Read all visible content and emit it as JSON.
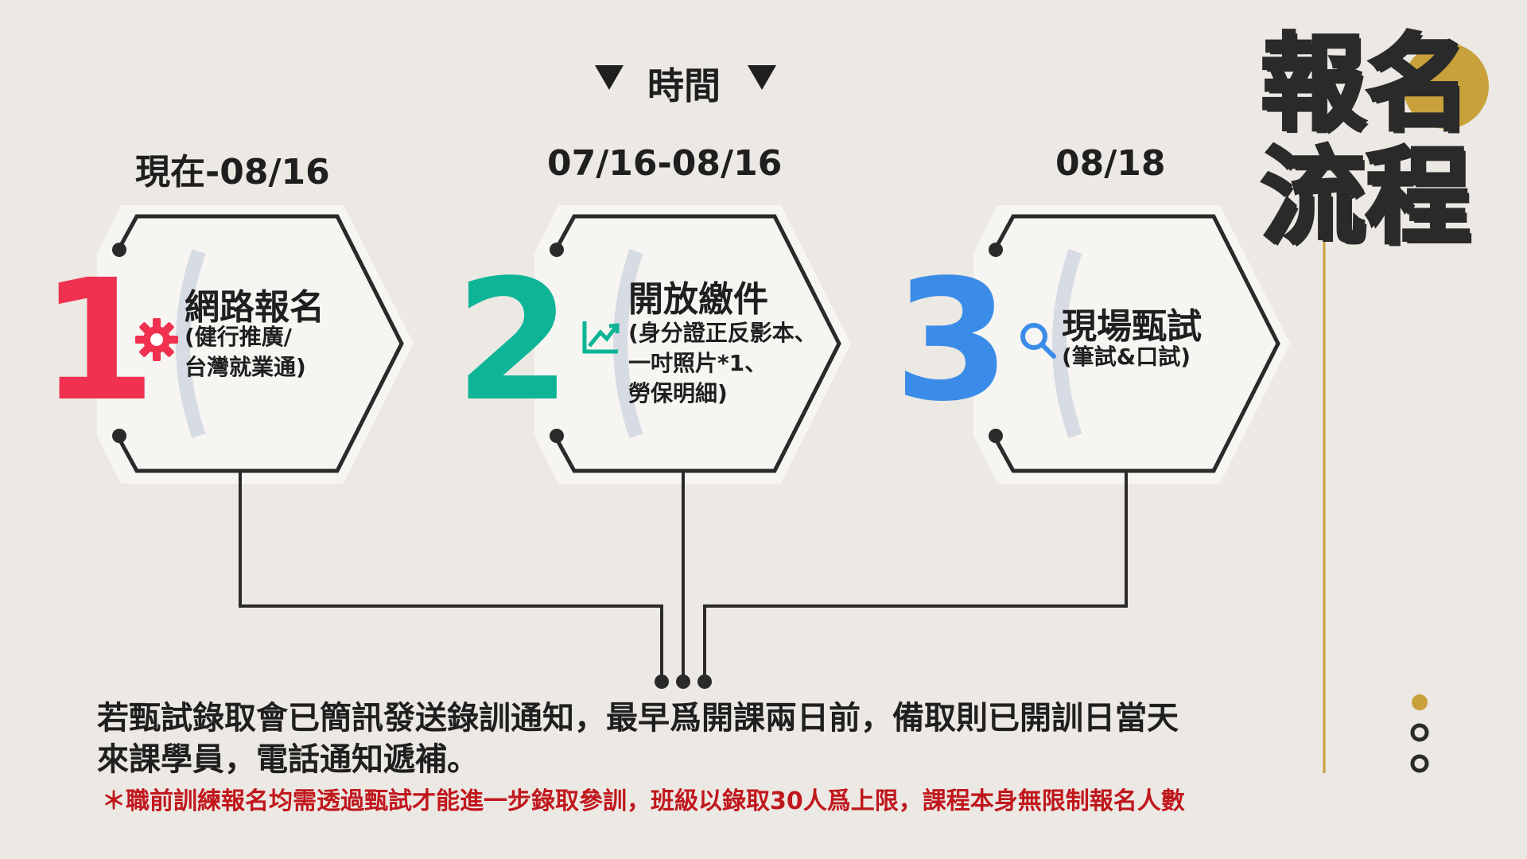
{
  "title": {
    "line1": "報名",
    "line2": "流程"
  },
  "time_label": "時間",
  "steps": [
    {
      "number": "1",
      "date": "現在-08/16",
      "title": "網路報名",
      "sub": [
        "(健行推廣/",
        "台灣就業通)"
      ],
      "icon": "gear-icon",
      "color": "#f0314f"
    },
    {
      "number": "2",
      "date": "07/16-08/16",
      "title": "開放繳件",
      "sub": [
        "(身分證正反影本、",
        "一吋照片*1、",
        "勞保明細)"
      ],
      "icon": "trend-chart-icon",
      "color": "#0db596"
    },
    {
      "number": "3",
      "date": "08/18",
      "title": "現場甄試",
      "sub": [
        "(筆試&口試)"
      ],
      "icon": "search-icon",
      "color": "#3a8ce8"
    }
  ],
  "note": {
    "line1": "若甄試錄取會已簡訊發送錄訓通知，最早爲開課兩日前，備取則已開訓日當天",
    "line2": "來課學員，電話通知遞補。"
  },
  "warning": "＊職前訓練報名均需透過甄試才能進一步錄取參訓，班級以錄取30人爲上限，課程本身無限制報名人數",
  "colors": {
    "gold": "#c9a13b",
    "background": "#ece8e3",
    "line": "#2a2a2a",
    "warn": "#c0171d"
  }
}
